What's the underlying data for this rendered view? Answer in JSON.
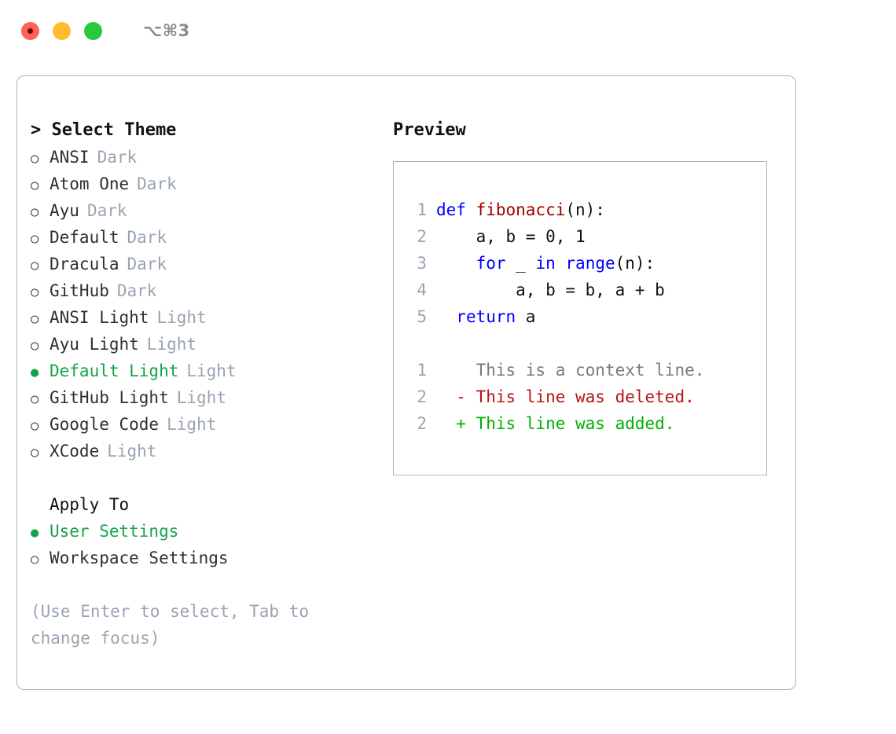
{
  "titlebar": {
    "shortcut": "⌥⌘3",
    "buttons": {
      "close": "close-button",
      "minimize": "minimize-button",
      "maximize": "maximize-button"
    }
  },
  "theme_picker": {
    "header": "> Select Theme",
    "focus_marker": ">",
    "selected_theme": "Default Light",
    "selected_color": "#16a34a",
    "unselected_marker": "○",
    "selected_marker": "●",
    "items": [
      {
        "marker": "○",
        "name": "ANSI",
        "variant": "Dark",
        "selected": false
      },
      {
        "marker": "○",
        "name": "Atom One",
        "variant": "Dark",
        "selected": false
      },
      {
        "marker": "○",
        "name": "Ayu",
        "variant": "Dark",
        "selected": false
      },
      {
        "marker": "○",
        "name": "Default",
        "variant": "Dark",
        "selected": false
      },
      {
        "marker": "○",
        "name": "Dracula",
        "variant": "Dark",
        "selected": false
      },
      {
        "marker": "○",
        "name": "GitHub",
        "variant": "Dark",
        "selected": false
      },
      {
        "marker": "○",
        "name": "ANSI Light",
        "variant": "Light",
        "selected": false
      },
      {
        "marker": "○",
        "name": "Ayu Light",
        "variant": "Light",
        "selected": false
      },
      {
        "marker": "●",
        "name": "Default Light",
        "variant": "Light",
        "selected": true
      },
      {
        "marker": "○",
        "name": "GitHub Light",
        "variant": "Light",
        "selected": false
      },
      {
        "marker": "○",
        "name": "Google Code",
        "variant": "Light",
        "selected": false
      },
      {
        "marker": "○",
        "name": "XCode",
        "variant": "Light",
        "selected": false
      }
    ]
  },
  "apply_to": {
    "header": "Apply To",
    "selected_option": "User Settings",
    "options": [
      {
        "marker": "●",
        "name": "User Settings",
        "selected": true
      },
      {
        "marker": "○",
        "name": "Workspace Settings",
        "selected": false
      }
    ]
  },
  "hint": {
    "text": "(Use Enter to select, Tab to change focus)"
  },
  "preview": {
    "header": "Preview",
    "code_lines": [
      {
        "lineno": "1",
        "tokens": [
          {
            "text": "def ",
            "type": "keyword"
          },
          {
            "text": "fibonacci",
            "type": "function"
          },
          {
            "text": "(n):",
            "type": "plain"
          }
        ]
      },
      {
        "lineno": "2",
        "tokens": [
          {
            "text": "    a, b = 0, 1",
            "type": "plain"
          }
        ]
      },
      {
        "lineno": "3",
        "tokens": [
          {
            "text": "    ",
            "type": "plain"
          },
          {
            "text": "for",
            "type": "keyword"
          },
          {
            "text": " _ ",
            "type": "plain"
          },
          {
            "text": "in",
            "type": "keyword"
          },
          {
            "text": " ",
            "type": "plain"
          },
          {
            "text": "range",
            "type": "builtin"
          },
          {
            "text": "(n):",
            "type": "plain"
          }
        ]
      },
      {
        "lineno": "4",
        "tokens": [
          {
            "text": "        a, b = b, a + b",
            "type": "plain"
          }
        ]
      },
      {
        "lineno": "5",
        "tokens": [
          {
            "text": "  ",
            "type": "plain"
          },
          {
            "text": "return",
            "type": "keyword"
          },
          {
            "text": " a",
            "type": "plain"
          }
        ]
      }
    ],
    "diff_lines": [
      {
        "lineno": "1",
        "marker": " ",
        "text": "This is a context line.",
        "type": "context"
      },
      {
        "lineno": "2",
        "marker": "-",
        "text": "This line was deleted.",
        "type": "deleted"
      },
      {
        "lineno": "2",
        "marker": "+",
        "text": "This line was added.",
        "type": "added"
      }
    ],
    "colors": {
      "keyword": "#0000ff",
      "function": "#a00000",
      "plain": "#111111",
      "lineno": "#9aa4b2",
      "context": "#7b7b7b",
      "deleted": "#b81414",
      "added": "#00b000"
    }
  }
}
